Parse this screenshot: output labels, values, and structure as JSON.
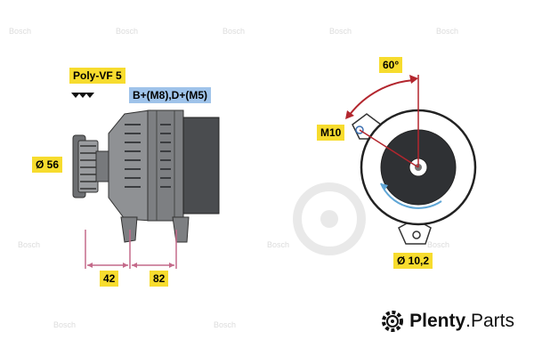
{
  "labels": {
    "belt": "Poly-VF 5",
    "terminals": "B+(M8),D+(M5)",
    "pulley_diameter": "Ø 56",
    "dim_left": "42",
    "dim_right": "82",
    "angle": "60°",
    "mount_thread": "M10",
    "hole_diameter": "Ø 10,2"
  },
  "watermark": {
    "brand_text": "Bosch",
    "site_name": "Plenty",
    "site_suffix": ".Parts",
    "icon": "gear-icon"
  },
  "colors": {
    "tag_yellow": "#f7dc2e",
    "tag_blue": "#9fc3ea",
    "body_gray": "#8f9194",
    "dark_gray": "#4a4c4f",
    "arrow_red": "#b3262e",
    "dim_pink": "#c46a8a",
    "rotation_blue": "#5fa6d6"
  }
}
